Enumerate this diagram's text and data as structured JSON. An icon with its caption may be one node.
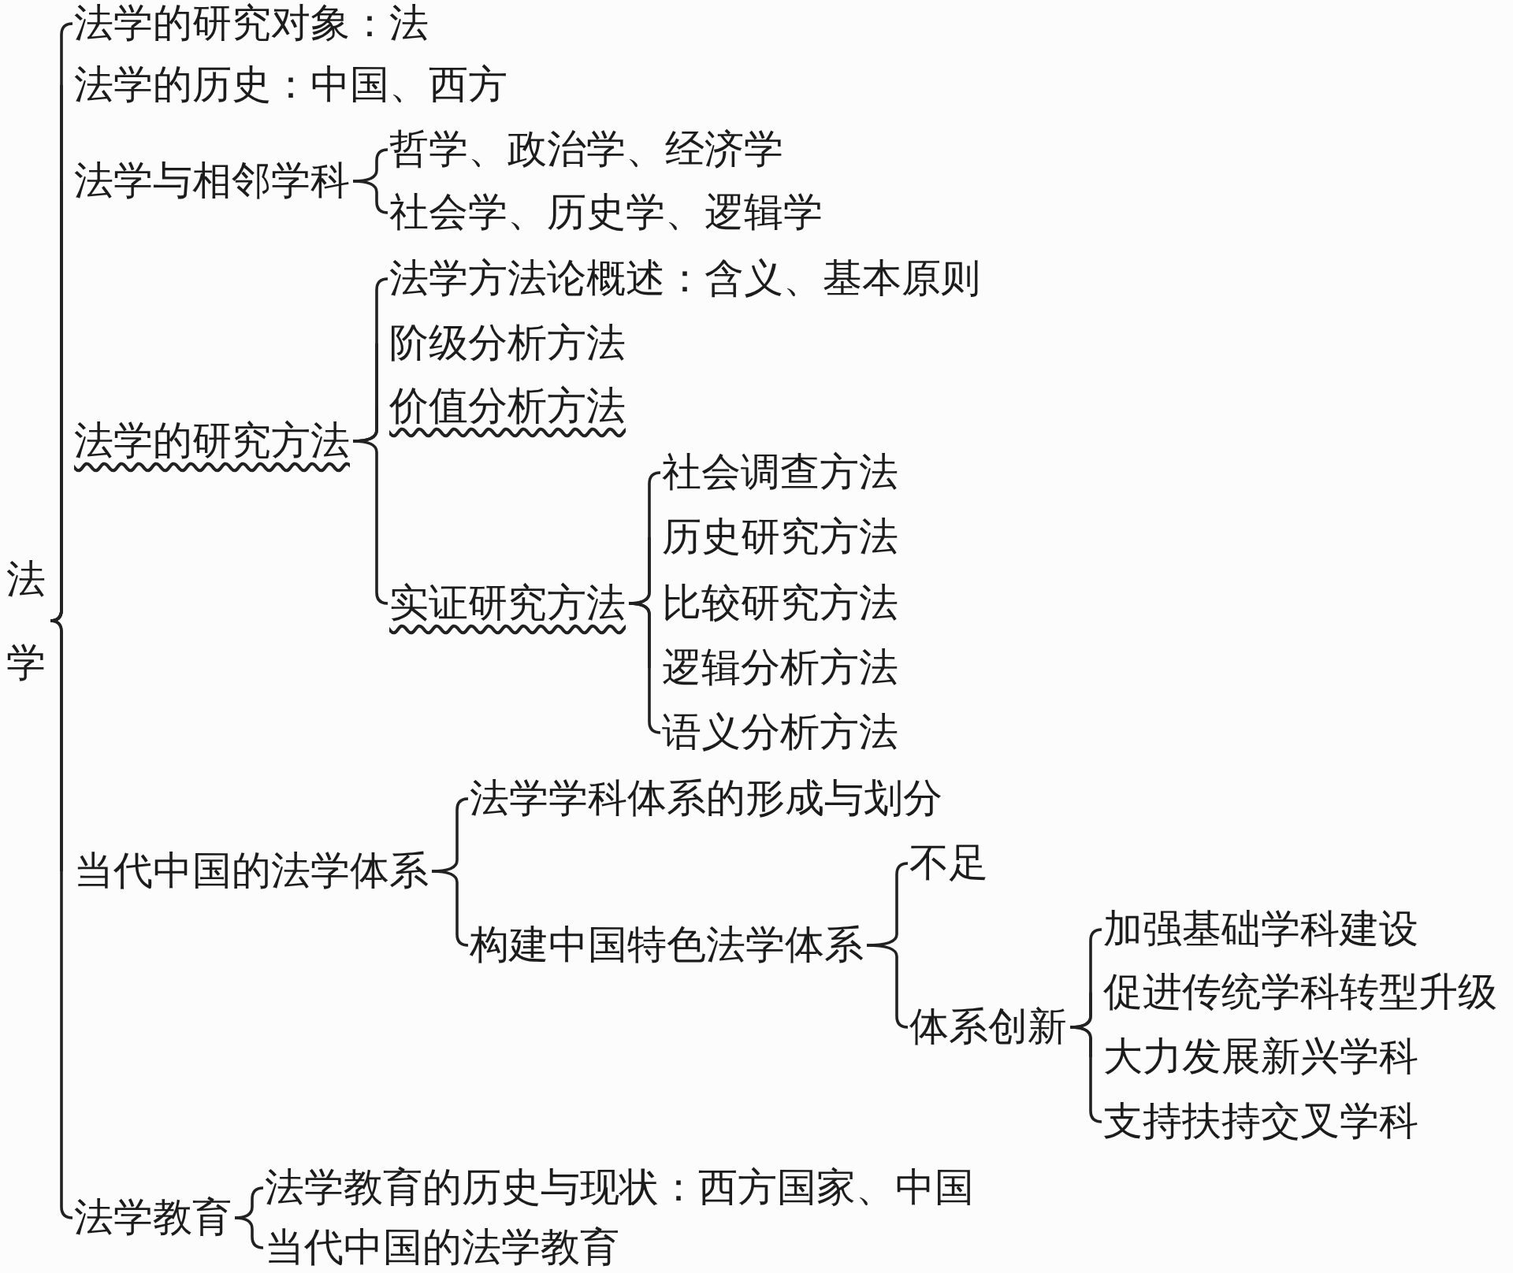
{
  "diagram": {
    "nodes": [
      {
        "text": [
          "法学"
        ]
      },
      {
        "text": [
          "法学的研究对象：法"
        ]
      },
      {
        "text": [
          "法学的历史：中国、西方"
        ]
      },
      {
        "text": [
          "法学与相邻学科"
        ]
      },
      {
        "text": [
          "哲学、政治学、经济学"
        ]
      },
      {
        "text": [
          "社会学、历史学、逻辑学"
        ]
      },
      {
        "text": [
          "法学的研究方法"
        ]
      },
      {
        "text": [
          "法学方法论概述：含义、基本原则"
        ]
      },
      {
        "text": [
          "阶级分析方法"
        ]
      },
      {
        "text": [
          "价值分析方法"
        ]
      },
      {
        "text": [
          "实证研究方法"
        ]
      },
      {
        "text": [
          "社会调查方法"
        ]
      },
      {
        "text": [
          "历史研究方法"
        ]
      },
      {
        "text": [
          "比较研究方法"
        ]
      },
      {
        "text": [
          "逻辑分析方法"
        ]
      },
      {
        "text": [
          "语义分析方法"
        ]
      },
      {
        "text": [
          "当代中国的法学体系"
        ]
      },
      {
        "text": [
          "法学学科体系的形成与划分"
        ]
      },
      {
        "text": [
          "构建中国特色法学体系"
        ]
      },
      {
        "text": [
          "不足"
        ]
      },
      {
        "text": [
          "体系创新"
        ]
      },
      {
        "text": [
          "加强基础学科建设"
        ]
      },
      {
        "text": [
          "促进传统学科转型升级"
        ]
      },
      {
        "text": [
          "大力发展新兴学科"
        ]
      },
      {
        "text": [
          "支持扶持交叉学科"
        ]
      },
      {
        "text": [
          "法学教育"
        ]
      },
      {
        "text": [
          "法学教育的历史与现状：西方国家、中国"
        ]
      },
      {
        "text": [
          "当代中国的法学教育"
        ]
      }
    ],
    "edges": [
      {
        "from": 0,
        "to": 1,
        "arrow": "none"
      },
      {
        "from": 0,
        "to": 2,
        "arrow": "none"
      },
      {
        "from": 0,
        "to": 3,
        "arrow": "none"
      },
      {
        "from": 0,
        "to": 6,
        "arrow": "none"
      },
      {
        "from": 0,
        "to": 16,
        "arrow": "none"
      },
      {
        "from": 0,
        "to": 25,
        "arrow": "none"
      },
      {
        "from": 3,
        "to": 4,
        "arrow": "none"
      },
      {
        "from": 3,
        "to": 5,
        "arrow": "none"
      },
      {
        "from": 6,
        "to": 7,
        "arrow": "none"
      },
      {
        "from": 6,
        "to": 8,
        "arrow": "none"
      },
      {
        "from": 6,
        "to": 9,
        "arrow": "none"
      },
      {
        "from": 6,
        "to": 10,
        "arrow": "none"
      },
      {
        "from": 10,
        "to": 11,
        "arrow": "none"
      },
      {
        "from": 10,
        "to": 12,
        "arrow": "none"
      },
      {
        "from": 10,
        "to": 13,
        "arrow": "none"
      },
      {
        "from": 10,
        "to": 14,
        "arrow": "none"
      },
      {
        "from": 10,
        "to": 15,
        "arrow": "none"
      },
      {
        "from": 16,
        "to": 17,
        "arrow": "none"
      },
      {
        "from": 16,
        "to": 18,
        "arrow": "none"
      },
      {
        "from": 18,
        "to": 19,
        "arrow": "none"
      },
      {
        "from": 18,
        "to": 20,
        "arrow": "none"
      },
      {
        "from": 20,
        "to": 21,
        "arrow": "none"
      },
      {
        "from": 20,
        "to": 22,
        "arrow": "none"
      },
      {
        "from": 20,
        "to": 23,
        "arrow": "none"
      },
      {
        "from": 20,
        "to": 24,
        "arrow": "none"
      },
      {
        "from": 25,
        "to": 26,
        "arrow": "none"
      },
      {
        "from": 25,
        "to": 27,
        "arrow": "none"
      }
    ]
  }
}
